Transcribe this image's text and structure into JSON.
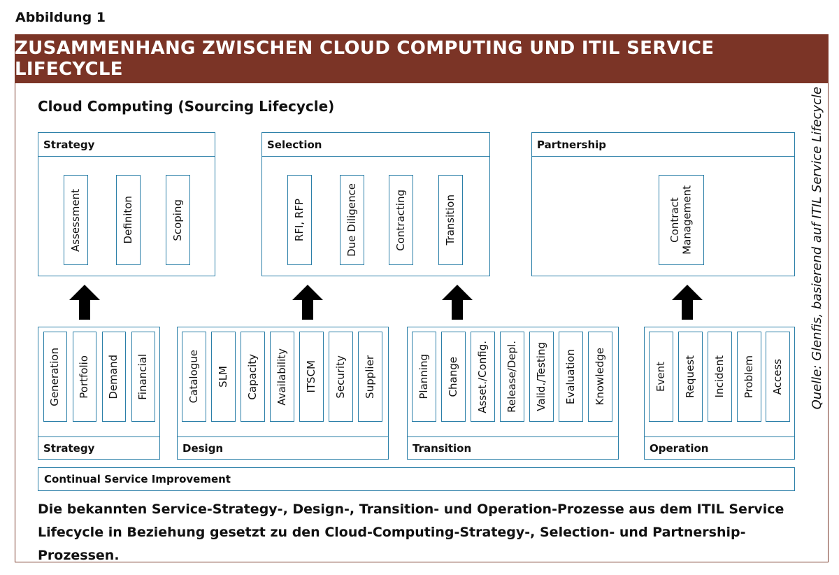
{
  "figure_label": "Abbildung 1",
  "title": "ZUSAMMENHANG ZWISCHEN CLOUD COMPUTING UND ITIL SERVICE LIFECYCLE",
  "cloud_heading": "Cloud Computing (Sourcing Lifecycle)",
  "cloud_phases": {
    "strategy": {
      "label": "Strategy",
      "items": [
        "Assessment",
        "Definiton",
        "Scoping"
      ]
    },
    "selection": {
      "label": "Selection",
      "items": [
        "RFI, RFP",
        "Due Diligence",
        "Contracting",
        "Transition"
      ]
    },
    "partnership": {
      "label": "Partnership",
      "items": [
        "Contract\nManagement"
      ]
    }
  },
  "itil_phases": {
    "strategy": {
      "label": "Strategy",
      "items": [
        "Generation",
        "Portfolio",
        "Demand",
        "Financial"
      ]
    },
    "design": {
      "label": "Design",
      "items": [
        "Catalogue",
        "SLM",
        "Capacity",
        "Availability",
        "ITSCM",
        "Security",
        "Supplier"
      ]
    },
    "transition": {
      "label": "Transition",
      "items": [
        "Planning",
        "Change",
        "Asset./Config.",
        "Release/Depl.",
        "Valid./Testing",
        "Evaluation",
        "Knowledge"
      ]
    },
    "operation": {
      "label": "Operation",
      "items": [
        "Event",
        "Request",
        "Incident",
        "Problem",
        "Access"
      ]
    }
  },
  "csi_label": "Continual Service Improvement",
  "caption": "Die bekannten Service-Strategy-, Design-, Transition- und Operation-Prozesse aus dem ITIL Service Lifecycle in Beziehung gesetzt zu den Cloud-Computing-Strategy-, Selection- und Partnership-Prozessen.",
  "source": "Quelle: Glenfis, basierend auf ITIL Service Lifecycle",
  "colors": {
    "banner": "#7b3426",
    "box_border": "#2b7fa8"
  }
}
